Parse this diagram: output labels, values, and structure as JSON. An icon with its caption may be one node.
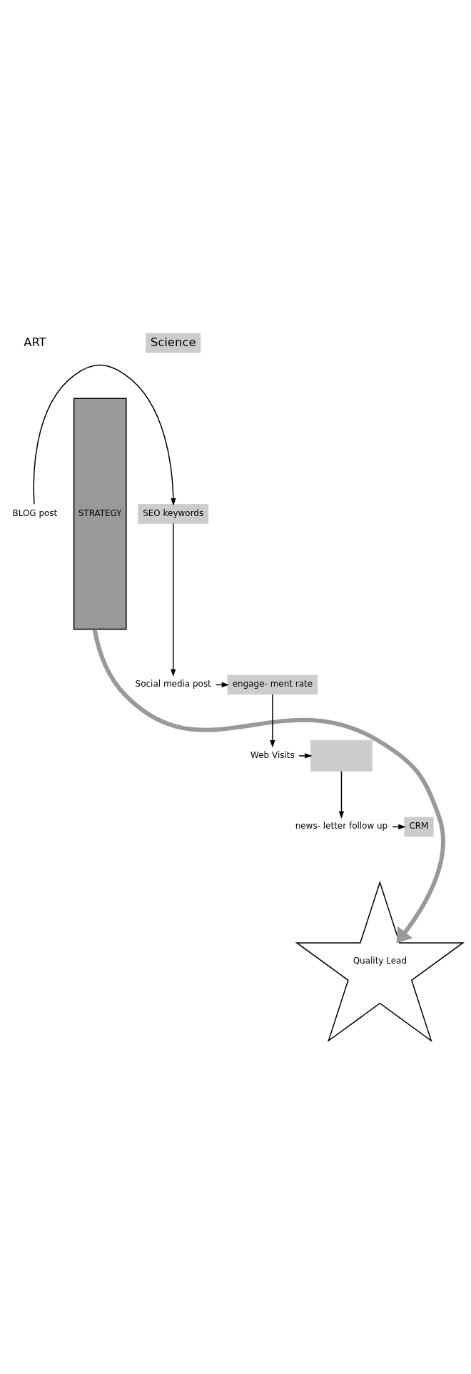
{
  "diagram": {
    "nodes": [
      {
        "text": [
          "BLOG post"
        ]
      },
      {
        "text": [
          "SEO keywords"
        ]
      },
      {
        "text": [
          "STRATEGY"
        ]
      },
      {
        "text": [
          "Social media post"
        ]
      },
      {
        "text": [
          "engage- ment rate"
        ]
      },
      {
        "text": [
          "Web Visits"
        ]
      },
      {
        "text": [],
        "shape": "box"
      },
      {
        "text": [
          "news- letter follow up"
        ]
      },
      {
        "text": [
          "CRM"
        ]
      },
      {
        "text": [
          "Quality Lead"
        ]
      }
    ],
    "edges": [
      {
        "from": 0,
        "to": 1,
        "arrow": "to"
      },
      {
        "from": 1,
        "to": 3,
        "arrow": "to"
      },
      {
        "from": 3,
        "to": 4,
        "arrow": "to"
      },
      {
        "from": 4,
        "to": 5,
        "arrow": "to"
      },
      {
        "from": 5,
        "to": 6,
        "arrow": "to"
      },
      {
        "from": 6,
        "to": 7,
        "arrow": "to"
      },
      {
        "from": 7,
        "to": 8,
        "arrow": "to"
      },
      {
        "from": 2,
        "to": 9,
        "arrow": "to",
        "style": "thick",
        "color": "#999999"
      }
    ],
    "labels": [
      "ART",
      "Science"
    ]
  }
}
